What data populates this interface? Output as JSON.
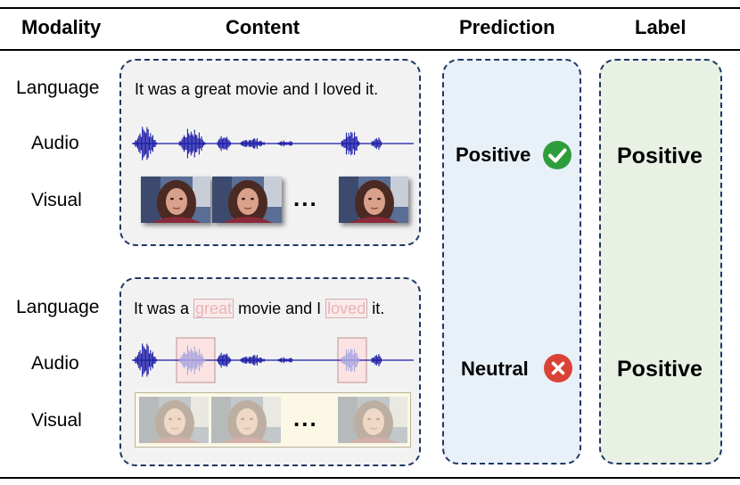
{
  "headers": {
    "modality": "Modality",
    "content": "Content",
    "prediction": "Prediction",
    "label": "Label"
  },
  "rows": [
    {
      "modalities": [
        "Language",
        "Audio",
        "Visual"
      ],
      "sentence_parts": [
        "It was a great movie and I loved it."
      ],
      "prediction": "Positive",
      "prediction_icon": "check-icon",
      "label": "Positive"
    },
    {
      "modalities": [
        "Language",
        "Audio",
        "Visual"
      ],
      "sentence_parts": [
        "It was a",
        "great",
        "movie and I",
        "loved",
        "it."
      ],
      "prediction": "Neutral",
      "prediction_icon": "cross-icon",
      "label": "Positive"
    }
  ],
  "ellipsis": "...",
  "colors": {
    "box_border": "#1f3864",
    "content_bg": "#f2f2f2",
    "prediction_bg": "#e8f0f8",
    "label_bg": "#e9f0e4",
    "waveform": "#1a1aa8",
    "masked_waveform": "#a9a6e0",
    "check": "#2e9e3c",
    "cross": "#d94235"
  }
}
